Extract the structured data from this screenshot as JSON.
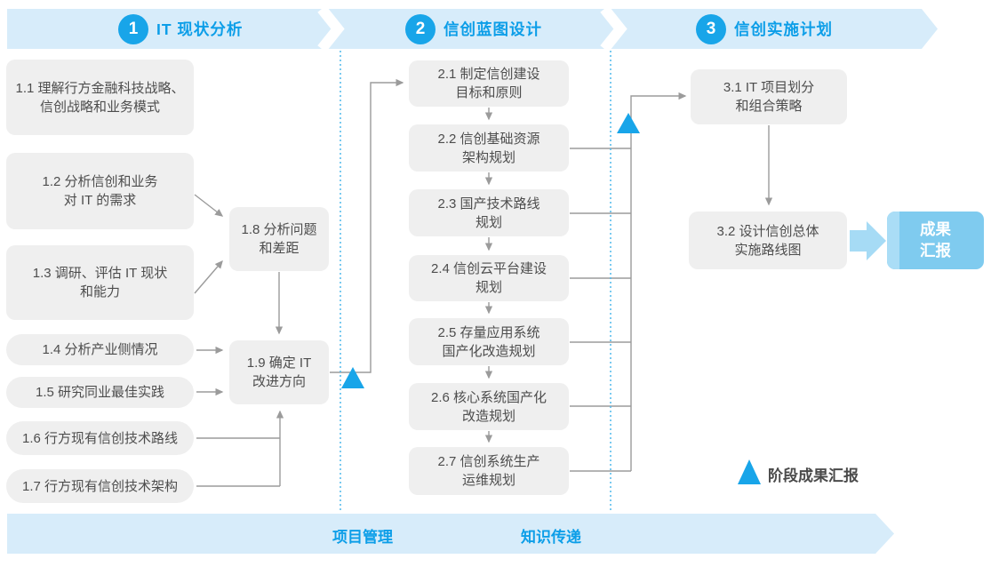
{
  "phases": [
    {
      "number": "1",
      "label": "IT 现状分析"
    },
    {
      "number": "2",
      "label": "信创蓝图设计"
    },
    {
      "number": "3",
      "label": "信创实施计划"
    }
  ],
  "steps": {
    "s11": {
      "lines": [
        "1.1 理解行方金融科技战略、",
        "信创战略和业务模式"
      ]
    },
    "s12": {
      "lines": [
        "1.2 分析信创和业务",
        "对 IT 的需求"
      ]
    },
    "s13": {
      "lines": [
        "1.3 调研、评估 IT 现状",
        "和能力"
      ]
    },
    "s14": {
      "lines": [
        "1.4 分析产业侧情况"
      ]
    },
    "s15": {
      "lines": [
        "1.5 研究同业最佳实践"
      ]
    },
    "s16": {
      "lines": [
        "1.6 行方现有信创技术路线"
      ]
    },
    "s17": {
      "lines": [
        "1.7 行方现有信创技术架构"
      ]
    },
    "s18": {
      "lines": [
        "1.8 分析问题",
        "和差距"
      ]
    },
    "s19": {
      "lines": [
        "1.9 确定 IT",
        "改进方向"
      ]
    },
    "s21": {
      "lines": [
        "2.1 制定信创建设",
        "目标和原则"
      ]
    },
    "s22": {
      "lines": [
        "2.2 信创基础资源",
        "架构规划"
      ]
    },
    "s23": {
      "lines": [
        "2.3 国产技术路线",
        "规划"
      ]
    },
    "s24": {
      "lines": [
        "2.4 信创云平台建设",
        "规划"
      ]
    },
    "s25": {
      "lines": [
        "2.5 存量应用系统",
        "国产化改造规划"
      ]
    },
    "s26": {
      "lines": [
        "2.6 核心系统国产化",
        "改造规划"
      ]
    },
    "s27": {
      "lines": [
        "2.7 信创系统生产",
        "运维规划"
      ]
    },
    "s31": {
      "lines": [
        "3.1 IT 项目划分",
        "和组合策略"
      ]
    },
    "s32": {
      "lines": [
        "3.2 设计信创总体",
        "实施路线图"
      ]
    }
  },
  "result_box": {
    "lines": [
      "成果",
      "汇报"
    ]
  },
  "legend": {
    "label": "阶段成果汇报"
  },
  "footer": {
    "items": [
      "项目管理",
      "知识传递"
    ]
  },
  "colors": {
    "banner_bg": "#D7ECFA",
    "accent_blue": "#18A5E9",
    "label_blue": "#0C9EE8",
    "box_bg": "#EFEFEF",
    "box_text": "#4D4D4D",
    "connector_gray": "#9B9B9B",
    "result_bg": "#7FCBEF",
    "result_strip": "#AADDF6",
    "big_arrow": "#A6DBF5"
  }
}
